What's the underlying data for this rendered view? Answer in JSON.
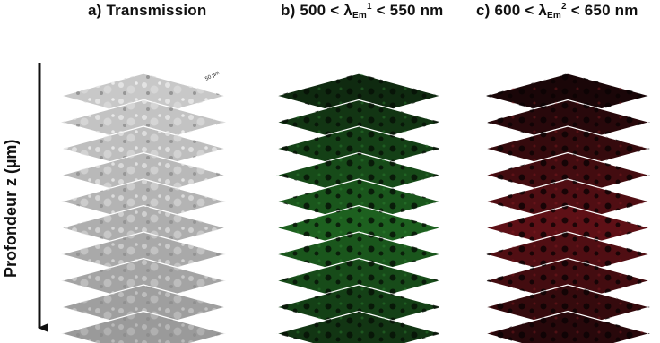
{
  "titles": {
    "a": {
      "prefix": "a) Transmission"
    },
    "b": {
      "prefix": "b) 500 < ",
      "symbol": "λ",
      "sub": "Em",
      "sup": "1",
      "suffix": " < 550 nm"
    },
    "c": {
      "prefix": "c) 600 < ",
      "symbol": "λ",
      "sub": "Em",
      "sup": "2",
      "suffix": " < 650 nm"
    }
  },
  "axis": {
    "label": "Profondeur z (µm)",
    "direction": "down"
  },
  "stack": {
    "layer_count": 10,
    "scale_bar_text": "50 µm"
  },
  "colors": {
    "transmission_base": "#9a9a9a",
    "transmission_light": "#c8c8c8",
    "green_base": "#0f2a10",
    "green_bright": "#1f6a22",
    "red_base": "#1a0608",
    "red_bright": "#6a1218",
    "separator": "#ffffff",
    "text": "#111111"
  }
}
